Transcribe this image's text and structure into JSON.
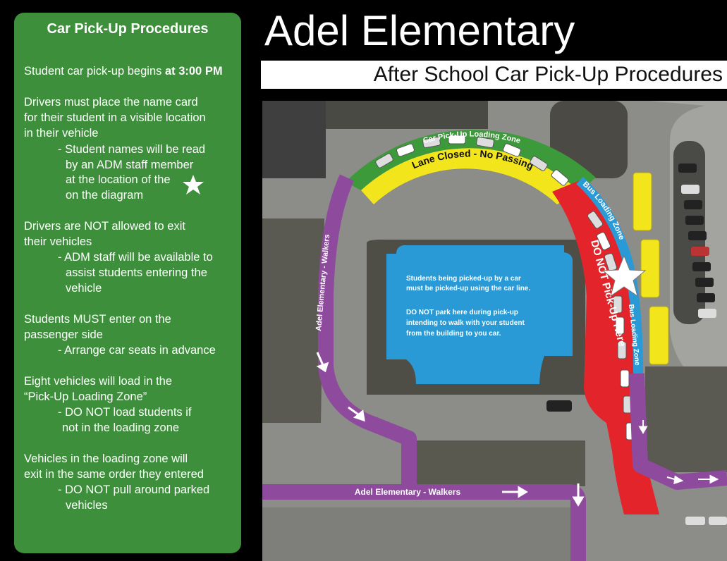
{
  "header": {
    "title": "Adel Elementary",
    "subtitle": "After School Car Pick-Up Procedures"
  },
  "panel": {
    "title": "Car Pick-Up Procedures",
    "lines": [
      {
        "pre": "Student car pick-up begins ",
        "bold": "at 3:00 PM"
      },
      {
        "text": "Drivers must place the name card"
      },
      {
        "text": "for their student in a visible location"
      },
      {
        "text": "in their vehicle"
      },
      {
        "text": "- Student names will be read"
      },
      {
        "text": "by an ADM staff member"
      },
      {
        "text": "at the location of the"
      },
      {
        "text": "on the diagram"
      },
      {
        "text": "Drivers are NOT allowed to exit"
      },
      {
        "text": "their vehicles"
      },
      {
        "text": "- ADM staff will be available to"
      },
      {
        "text": "assist students entering the"
      },
      {
        "text": "vehicle"
      },
      {
        "text": "Students MUST enter on the"
      },
      {
        "text": "passenger side"
      },
      {
        "text": "- Arrange car seats in advance"
      },
      {
        "text": "Eight vehicles will load in the"
      },
      {
        "text": "“Pick-Up Loading Zone”"
      },
      {
        "text": "- DO NOT load students if"
      },
      {
        "text": "not in the loading zone"
      },
      {
        "text": "Vehicles in the loading zone will"
      },
      {
        "text": "exit in the same order they entered"
      },
      {
        "text": "- DO NOT pull around parked"
      },
      {
        "text": "vehicles"
      }
    ]
  },
  "map": {
    "loading_zone": "Car Pick-Up Loading Zone",
    "lane_closed": "Lane Closed - No Passing",
    "bus_zone_1": "Bus Loading Zone",
    "bus_zone_2": "Bus Loading Zone",
    "no_pickup": "DO NOT Pick-Up Here",
    "walkers_vertical": "Adel Elementary - Walkers",
    "walkers_horizontal": "Adel Elementary - Walkers",
    "notice_1a": "Students being picked-up by a car",
    "notice_1b": "must be picked-up using the car line.",
    "notice_2a": "DO NOT park here during pick-up",
    "notice_2b": "intending to walk with your student",
    "notice_2c": "from the building to you car.",
    "colors": {
      "green": "#3d9a3a",
      "yellow": "#f2e51c",
      "red": "#e3242b",
      "blue": "#2a9ad6",
      "purple": "#8e4a9c"
    }
  }
}
